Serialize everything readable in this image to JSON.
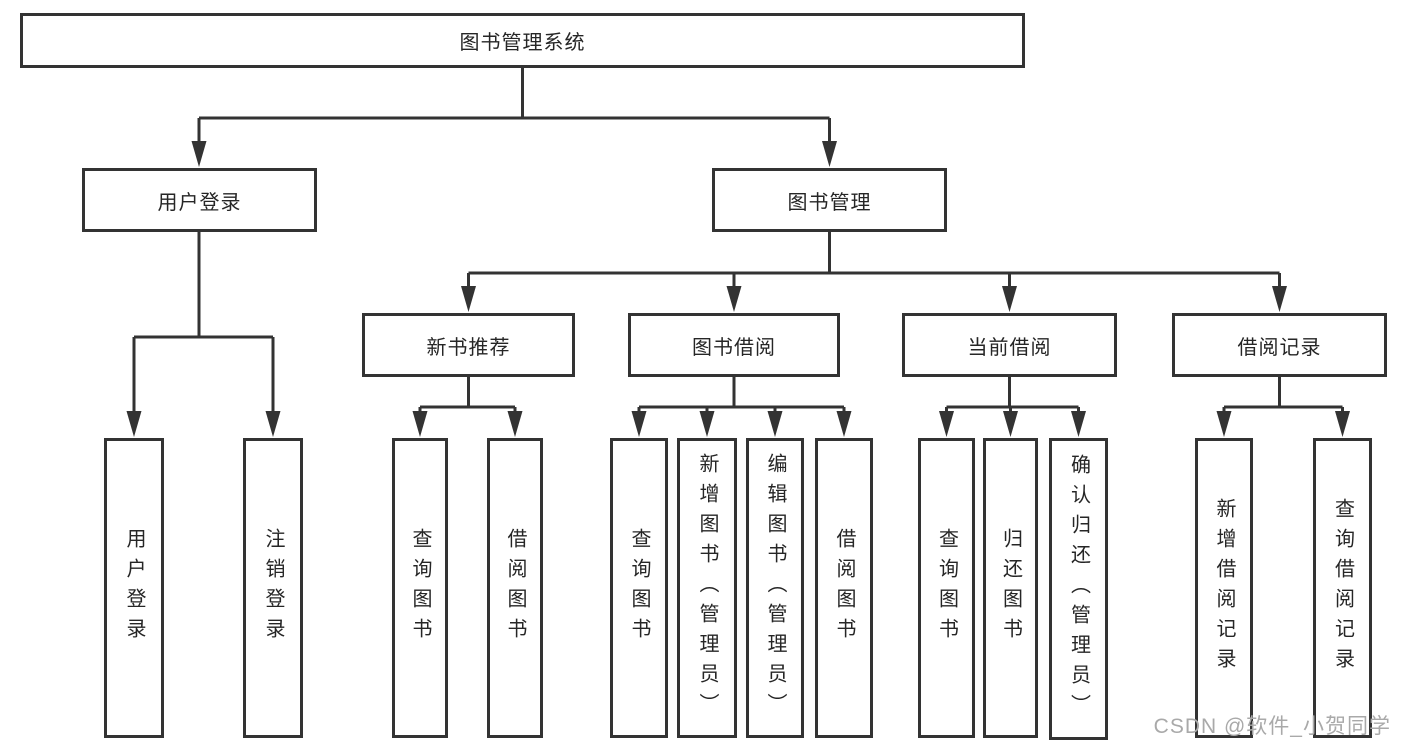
{
  "tree": {
    "root": {
      "label": "图书管理系统"
    },
    "user_login": {
      "label": "用户登录",
      "children": [
        "用户登录",
        "注销登录"
      ]
    },
    "book_mgmt": {
      "label": "图书管理",
      "sections": [
        {
          "label": "新书推荐",
          "children": [
            "查询图书",
            "借阅图书"
          ]
        },
        {
          "label": "图书借阅",
          "children": [
            "查询图书",
            "新增图书（管理员）",
            "编辑图书（管理员）",
            "借阅图书"
          ]
        },
        {
          "label": "当前借阅",
          "children": [
            "查询图书",
            "归还图书",
            "确认归还（管理员）"
          ]
        },
        {
          "label": "借阅记录",
          "children": [
            "新增借阅记录",
            "查询借阅记录"
          ]
        }
      ]
    }
  },
  "watermark": {
    "text": "CSDN @软件_小贺同学"
  },
  "colors": {
    "line": "#333333",
    "text": "#262626",
    "watermark": "#a9a9a9",
    "background": "#ffffff"
  }
}
